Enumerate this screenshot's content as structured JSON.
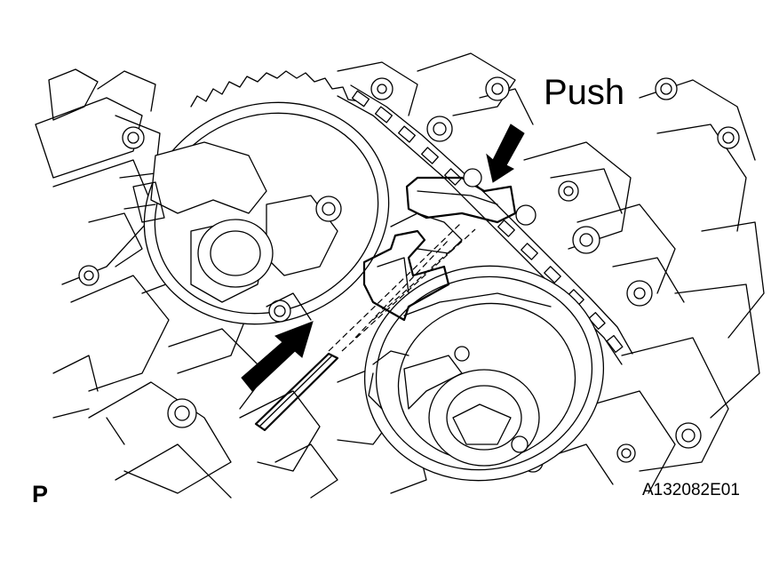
{
  "labels": {
    "push": "Push",
    "view_code": "P",
    "figure_id": "A132082E01"
  }
}
